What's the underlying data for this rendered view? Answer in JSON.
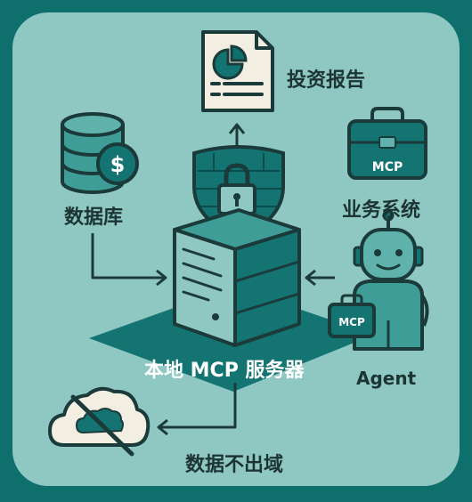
{
  "diagram": {
    "nodes": {
      "report": {
        "label": "投资报告",
        "icon": "document-chart-icon"
      },
      "database": {
        "label": "数据库",
        "icon": "database-dollar-icon"
      },
      "business": {
        "label": "业务系统",
        "icon": "briefcase-icon",
        "badge": "MCP"
      },
      "agent": {
        "label": "Agent",
        "icon": "robot-agent-icon",
        "badge": "MCP"
      },
      "server": {
        "label": "本地 MCP 服务器",
        "icon": "server-shield-lock-icon"
      },
      "data_local": {
        "label": "数据不出域",
        "icon": "cloud-off-icon"
      }
    },
    "edges": [
      {
        "from": "server",
        "to": "report"
      },
      {
        "from": "database",
        "to": "server"
      },
      {
        "from": "agent",
        "to": "server"
      },
      {
        "from": "server",
        "to": "data_local"
      }
    ]
  },
  "colors": {
    "outer_frame": "#0f6f6d",
    "background": "#8fc8c2",
    "platform": "#137472",
    "icon_stroke": "#1b3a3a",
    "icon_fill": "#3f9d97",
    "paper": "#f2eee2"
  }
}
